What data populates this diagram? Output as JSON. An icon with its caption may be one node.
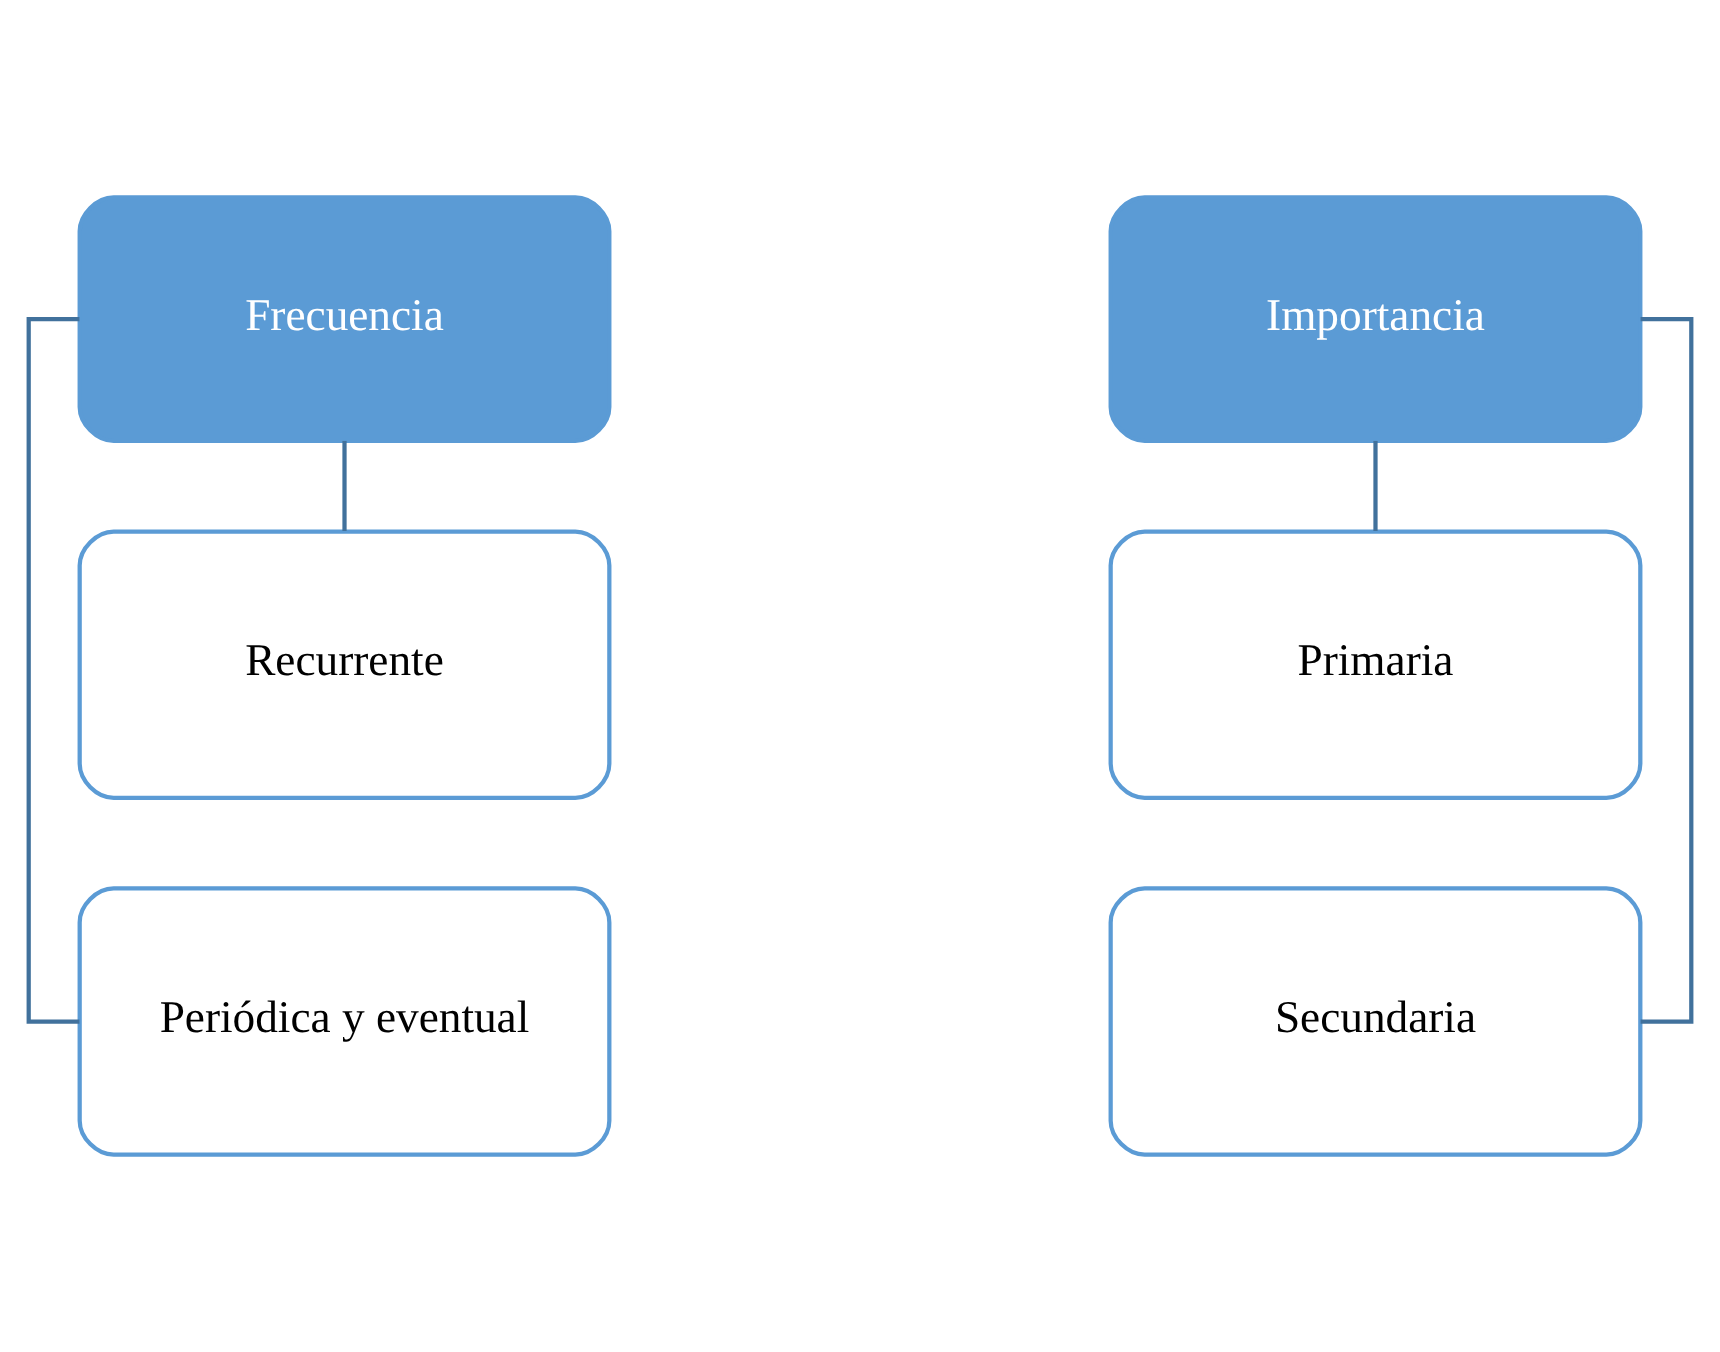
{
  "diagram": {
    "nodes": [
      {
        "text": [
          "Frecuencia"
        ]
      },
      {
        "text": [
          "Recurrente"
        ]
      },
      {
        "text": [
          "Periódica y eventual"
        ]
      },
      {
        "text": [
          "Importancia"
        ]
      },
      {
        "text": [
          "Primaria"
        ]
      },
      {
        "text": [
          "Secundaria"
        ]
      }
    ],
    "edges": [
      {
        "from": 0,
        "to": 1,
        "arrow": "none"
      },
      {
        "from": 0,
        "to": 2,
        "arrow": "none"
      },
      {
        "from": 3,
        "to": 4,
        "arrow": "none"
      },
      {
        "from": 3,
        "to": 5,
        "arrow": "none"
      }
    ]
  }
}
